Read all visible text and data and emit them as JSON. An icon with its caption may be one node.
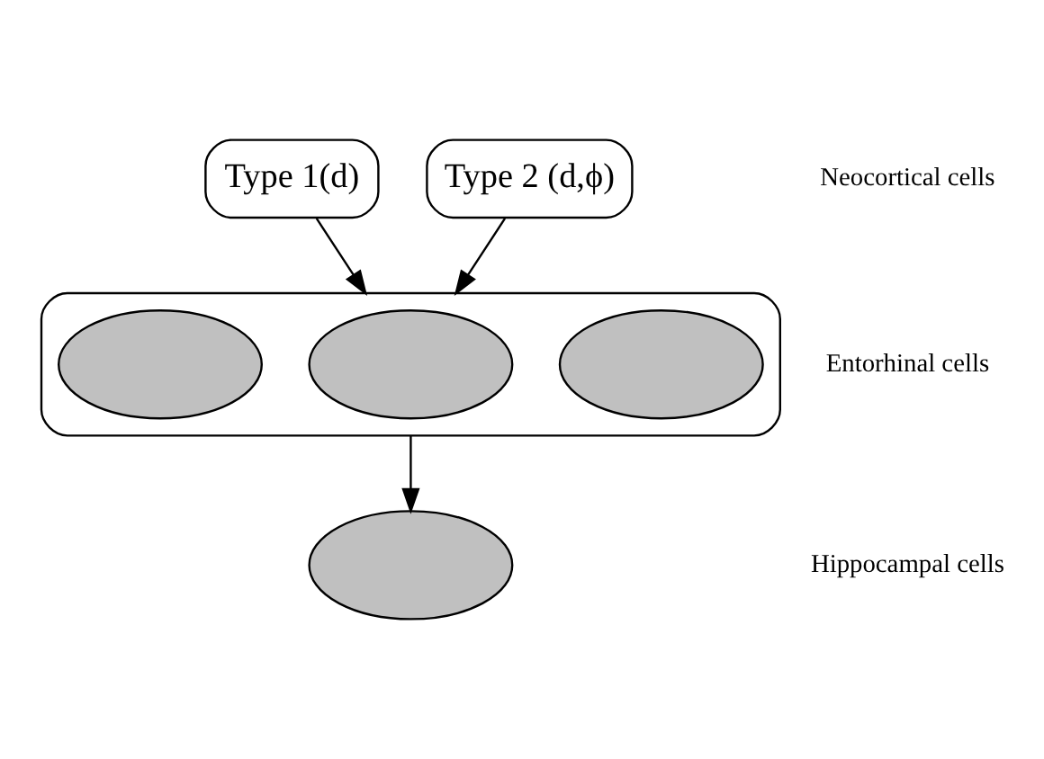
{
  "diagram": {
    "nodes": [
      {
        "text": [
          "Type 1(d)"
        ]
      },
      {
        "text": [
          "Type 2 (d,ϕ)"
        ]
      },
      {
        "text": [],
        "shape": "ellipse"
      },
      {
        "text": [],
        "shape": "ellipse",
        "in": 2
      },
      {
        "text": [],
        "shape": "ellipse",
        "in": 2
      },
      {
        "text": [],
        "shape": "ellipse",
        "in": 2
      },
      {
        "text": [],
        "shape": "ellipse"
      }
    ],
    "edges": [
      {
        "from": 0,
        "to": 2,
        "arrow": "to"
      },
      {
        "from": 1,
        "to": 2,
        "arrow": "to"
      },
      {
        "from": 2,
        "to": 6,
        "arrow": "to"
      }
    ],
    "labels": [
      "Neocortical cells",
      "Entorhinal cells",
      "Hippocampal cells"
    ]
  }
}
